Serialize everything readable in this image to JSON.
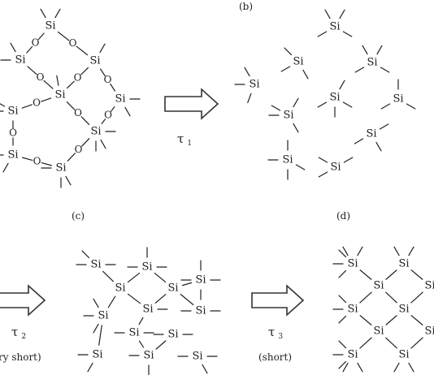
{
  "panel_labels": {
    "b": "(b)",
    "c": "(c)",
    "d": "(d)"
  },
  "atoms": {
    "si": "Si",
    "o": "O"
  },
  "arrows": [
    {
      "symbol": "τ",
      "subscript": "1",
      "caption": ""
    },
    {
      "symbol": "τ",
      "subscript": "2",
      "caption": "ry short)"
    },
    {
      "symbol": "τ",
      "subscript": "3",
      "caption": "(short)"
    }
  ]
}
